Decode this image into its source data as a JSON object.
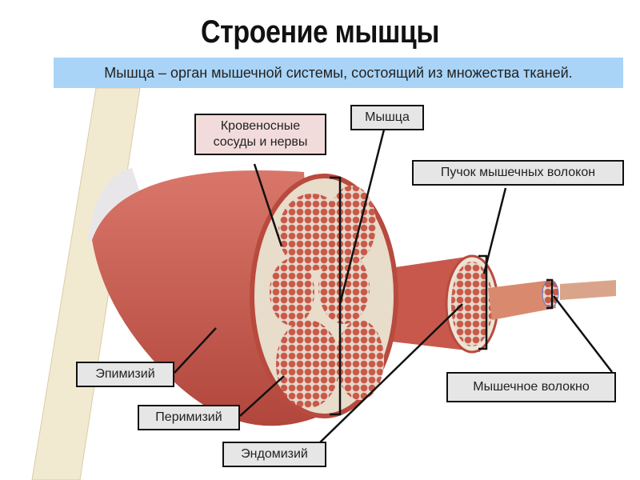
{
  "title": "Строение мышцы",
  "subtitle": "Мышца – орган мышечной системы, состоящий из множества тканей.",
  "labels": {
    "vessels_line1": "Кровеносные",
    "vessels_line2": "сосуды и нервы",
    "muscle": "Мышца",
    "bundle": "Пучок мышечных волокон",
    "fiber": "Мышечное волокно",
    "epimysium": "Эпимизий",
    "perimysium": "Перимизий",
    "endomysium": "Эндомизий"
  },
  "colors": {
    "muscle": "#c8584c",
    "fascicle": "#b84a3e",
    "tendon": "#f0e6c8",
    "banner": "#a9d4f7"
  }
}
